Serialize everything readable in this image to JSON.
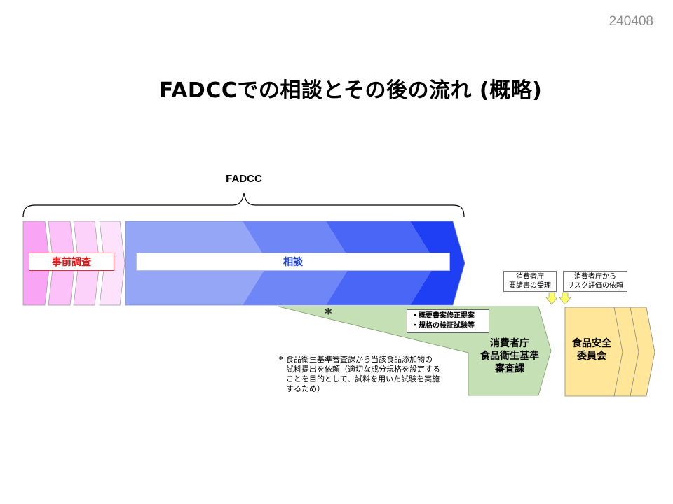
{
  "slide": {
    "id": "240408",
    "title": "FADCCでの相談とその後の流れ (概略)"
  },
  "fadcc_brace": {
    "label": "FADCC"
  },
  "steps": {
    "pre_survey": "事前調査",
    "consultation": "相談"
  },
  "asterisk": "*",
  "notes_box": {
    "lines": [
      "・概要書案修正提案",
      "・規格の検証試験等"
    ]
  },
  "caa": {
    "lines": [
      "消費者庁",
      "食品衛生基準",
      "審査課"
    ]
  },
  "fsc": {
    "lines": [
      "食品安全",
      "委員会"
    ]
  },
  "requests": {
    "receipt": [
      "消費者庁",
      "要請書の受理"
    ],
    "risk_assessment": [
      "消費者庁から",
      "リスク評価の依頼"
    ]
  },
  "footnote": {
    "mark": "*",
    "lines": [
      "食品衛生基準審査課から当該食品添加物の",
      "試料提出を依頼（適切な成分規格を設定する",
      "ことを目的として、試料を用いた試験を実施",
      "するため）"
    ]
  },
  "colors": {
    "pre_survey_chevrons": [
      "#f9a4f4",
      "#fbc1f8",
      "#fcd2fa",
      "#fde2fc"
    ],
    "consult_segments": [
      "#96a6f7",
      "#6f86f6",
      "#4a66f6",
      "#1f3ff5"
    ],
    "caa_fill": "#c5e0b4",
    "fsc_fill": "#ffe699",
    "arrow_fill": "#ffff66",
    "pre_label_text": "#e01818",
    "consult_label_text": "#2244dd"
  }
}
